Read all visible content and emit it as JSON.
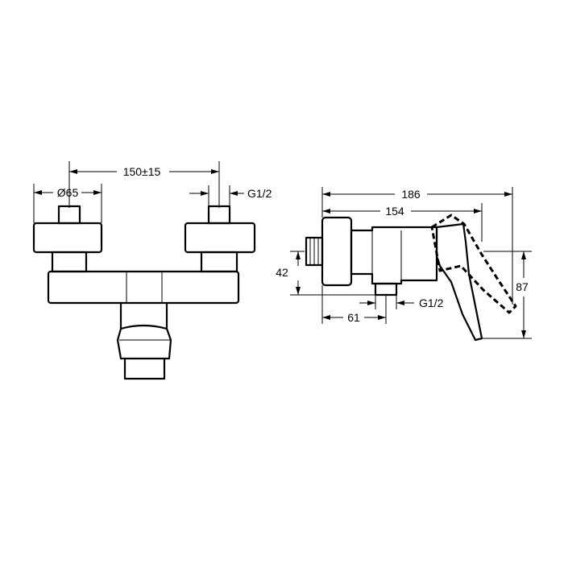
{
  "front_view": {
    "dim_width": "150±15",
    "dim_diameter": "Ø65",
    "dim_thread": "G1/2"
  },
  "side_view": {
    "dim_overall_depth": "186",
    "dim_body_depth": "154",
    "dim_inlet_height": "42",
    "dim_handle_height": "87",
    "dim_outlet_offset": "61",
    "dim_outlet_thread": "G1/2"
  }
}
